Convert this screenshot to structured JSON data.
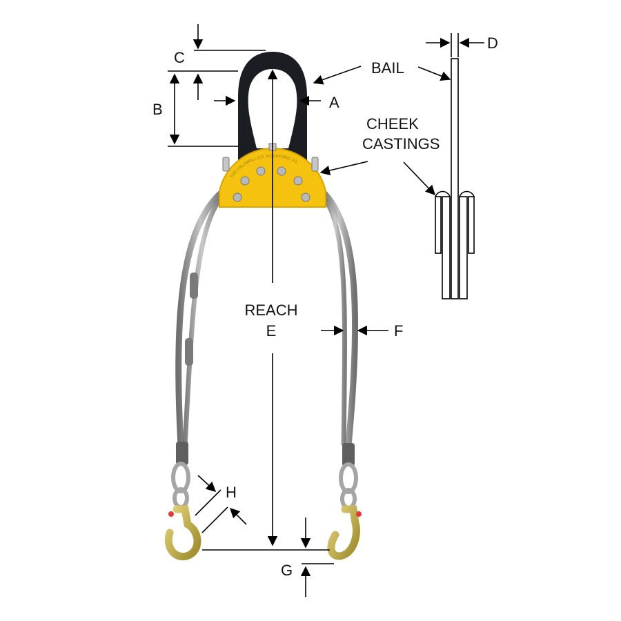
{
  "labels": {
    "a": "A",
    "b": "B",
    "c": "C",
    "d": "D",
    "f": "F",
    "g": "G",
    "h": "H",
    "bail": "BAIL",
    "cheek_line1": "CHEEK",
    "cheek_line2": "CASTINGS",
    "reach_line1": "REACH",
    "reach_line2": "E"
  },
  "plate_engraving": "THE CALDWELL CO. ROCKFORD, ILL.",
  "colors": {
    "bail": "#1c1d22",
    "casting": "#f4c20f",
    "casting_edge": "#d9a400",
    "cable": "#9a9a9a",
    "hook": "#c9b146",
    "latch": "#e03a3a"
  }
}
